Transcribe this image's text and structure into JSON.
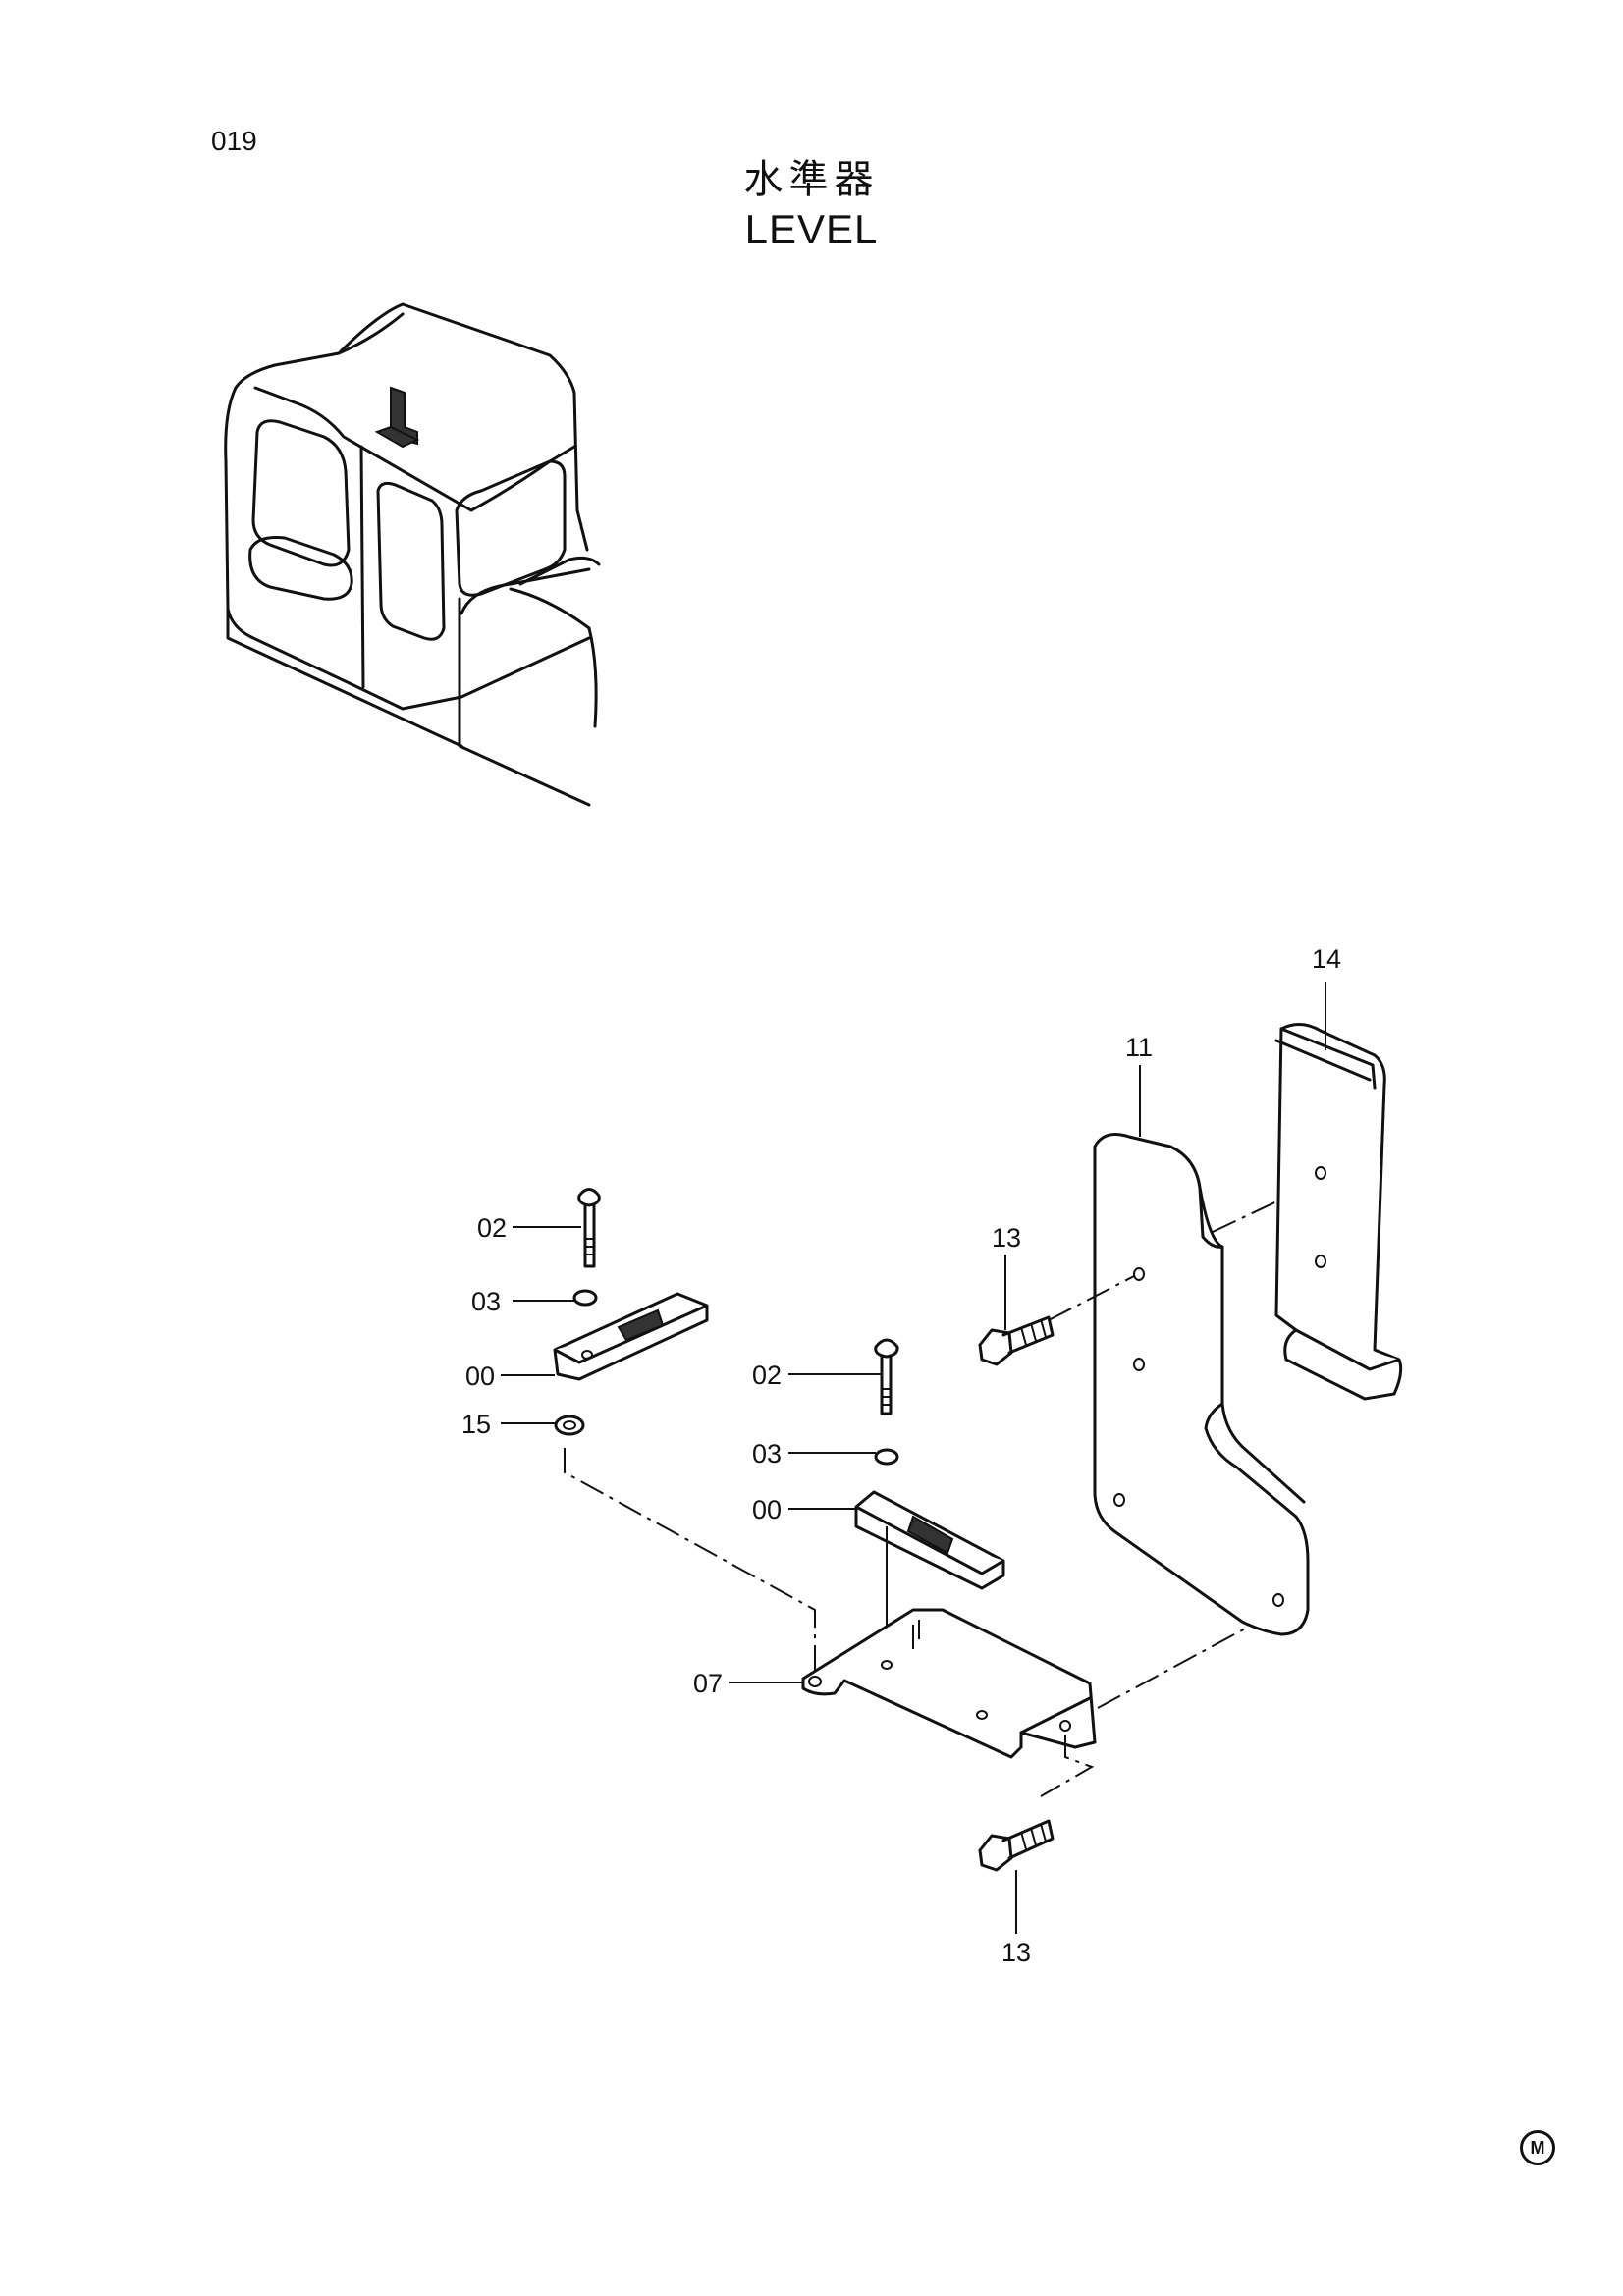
{
  "header": {
    "page_number": "019",
    "title_jp": "水準器",
    "title_en": "LEVEL"
  },
  "callouts": {
    "c02a": "02",
    "c03a": "03",
    "c00a": "00",
    "c15": "15",
    "c02b": "02",
    "c03b": "03",
    "c00b": "00",
    "c07": "07",
    "c13a": "13",
    "c11": "11",
    "c14": "14",
    "c13b": "13"
  },
  "footer": {
    "mark": "M"
  }
}
